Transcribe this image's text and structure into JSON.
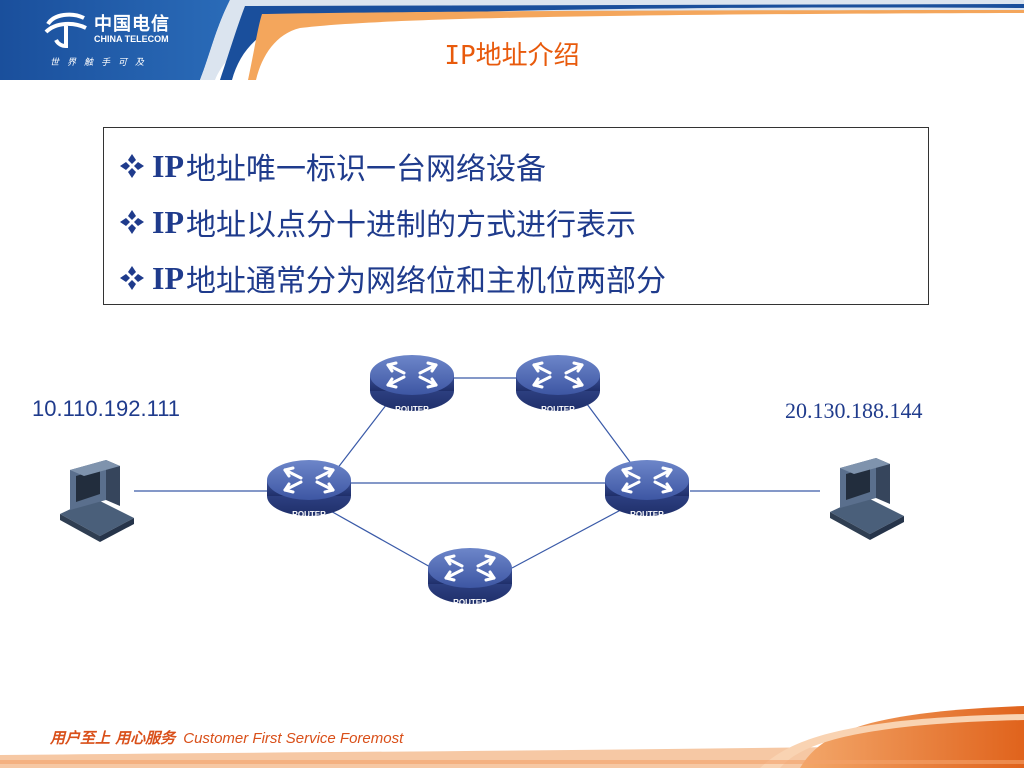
{
  "header": {
    "logo_cn": "中国电信",
    "logo_en": "CHINA TELECOM",
    "logo_slogan": "世界触手可及",
    "title": "IP地址介绍"
  },
  "bullets": [
    {
      "prefix": "IP",
      "text": "地址唯一标识一台网络设备"
    },
    {
      "prefix": "IP",
      "text": "地址以点分十进制的方式进行表示"
    },
    {
      "prefix": "IP",
      "text": "地址通常分为网络位和主机位两部分"
    }
  ],
  "diagram": {
    "left_ip": "10.110.192.111",
    "right_ip": "20.130.188.144",
    "router_label": "ROUTER"
  },
  "footer": {
    "slogan_cn": "用户至上 用心服务",
    "slogan_en": "Customer First Service Foremost"
  },
  "colors": {
    "brand_blue": "#1a4f9c",
    "accent_orange": "#e85a0c",
    "text_blue": "#1f3b8c"
  }
}
